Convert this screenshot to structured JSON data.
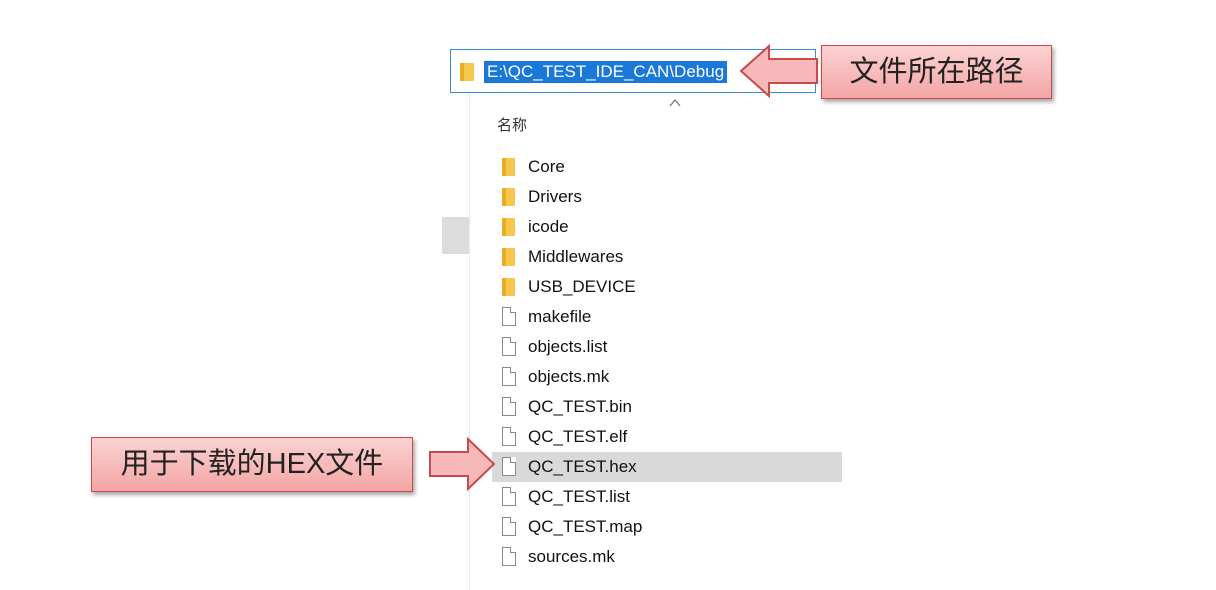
{
  "address_bar": {
    "path": "E:\\QC_TEST_IDE_CAN\\Debug"
  },
  "column_header": {
    "name": "名称"
  },
  "files": [
    {
      "name": "Core",
      "icon": "folder-icon",
      "kind": "folder"
    },
    {
      "name": "Drivers",
      "icon": "folder-icon",
      "kind": "folder"
    },
    {
      "name": "icode",
      "icon": "folder-icon",
      "kind": "folder"
    },
    {
      "name": "Middlewares",
      "icon": "folder-icon",
      "kind": "folder"
    },
    {
      "name": "USB_DEVICE",
      "icon": "folder-icon",
      "kind": "folder"
    },
    {
      "name": "makefile",
      "icon": "file-icon",
      "kind": "file"
    },
    {
      "name": "objects.list",
      "icon": "file-icon",
      "kind": "file"
    },
    {
      "name": "objects.mk",
      "icon": "file-icon",
      "kind": "file"
    },
    {
      "name": "QC_TEST.bin",
      "icon": "file-icon",
      "kind": "file"
    },
    {
      "name": "QC_TEST.elf",
      "icon": "file-icon",
      "kind": "file"
    },
    {
      "name": "QC_TEST.hex",
      "icon": "file-icon",
      "kind": "file",
      "selected": true
    },
    {
      "name": "QC_TEST.list",
      "icon": "file-icon",
      "kind": "file"
    },
    {
      "name": "QC_TEST.map",
      "icon": "file-icon",
      "kind": "file"
    },
    {
      "name": "sources.mk",
      "icon": "file-icon",
      "kind": "file"
    }
  ],
  "callouts": {
    "path_label": "文件所在路径",
    "hex_label": "用于下载的HEX文件"
  },
  "colors": {
    "selection": "#1a78d8",
    "row_highlight": "#d9d9d9",
    "callout_fill": "#f4a5a5",
    "callout_border": "#c94a4a",
    "folder": "#f7c64c"
  }
}
